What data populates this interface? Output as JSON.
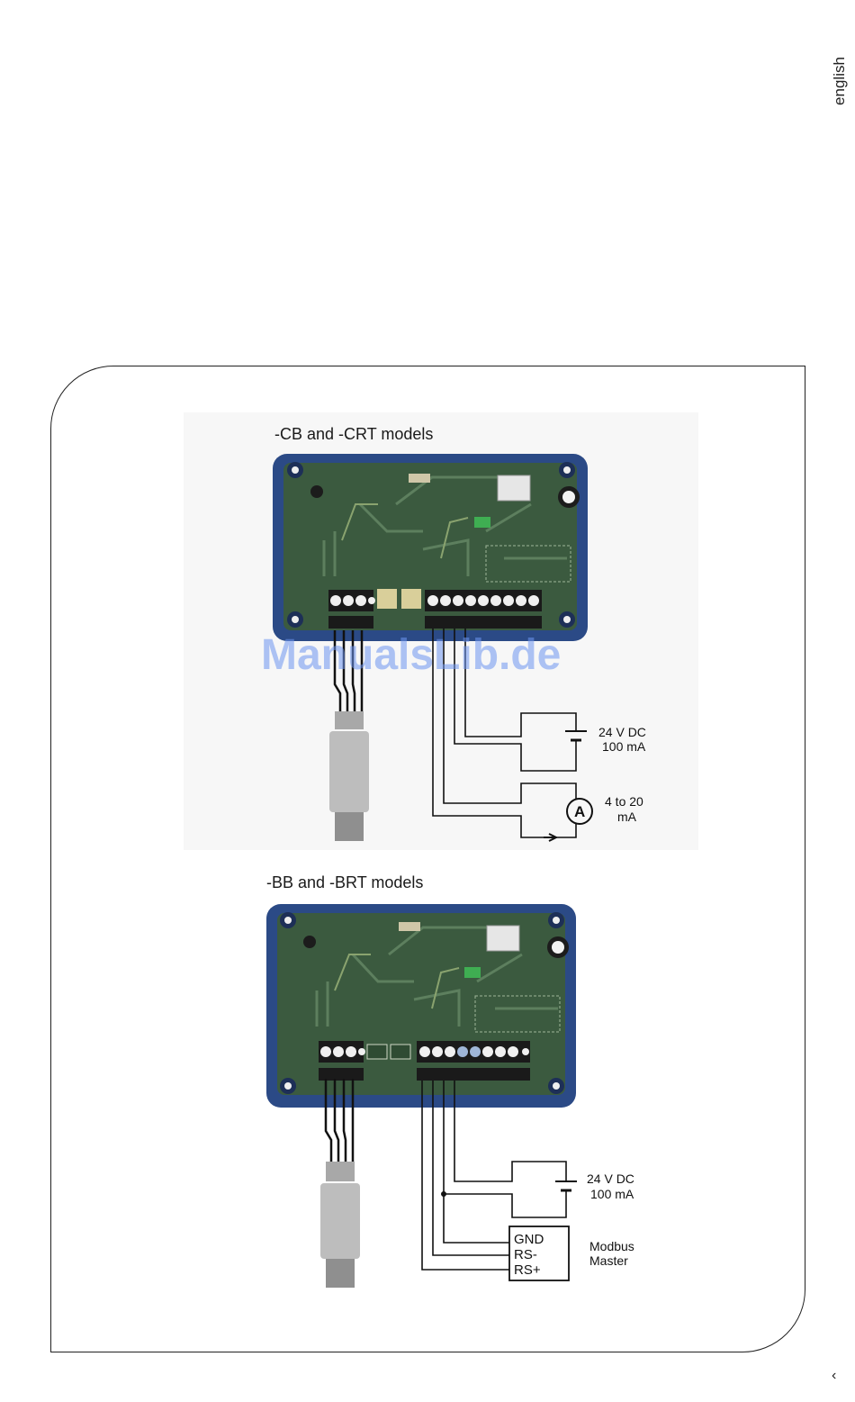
{
  "sidebar_tab": {
    "label": "english"
  },
  "page_indicator": {
    "text": "‹"
  },
  "watermark": {
    "text": "ManualsLib.de"
  },
  "diagram_cb": {
    "title": "-CB and -CRT models",
    "supply_voltage": "24 V DC",
    "supply_current": "100 mA",
    "ammeter_symbol": "A",
    "loop_range_1": "4 to 20",
    "loop_range_2": "mA"
  },
  "diagram_bb": {
    "title": "-BB and -BRT models",
    "supply_voltage": "24 V DC",
    "supply_current": "100 mA",
    "terminals": [
      "GND",
      "RS-",
      "RS+"
    ],
    "master_1": "Modbus",
    "master_2": "Master"
  },
  "colors": {
    "enclosure": "#2b4a86",
    "pcb": "#3b5a3f",
    "terminal": "#1a1a1a",
    "wire": "#111111",
    "sensor": "#b9b9b9"
  }
}
